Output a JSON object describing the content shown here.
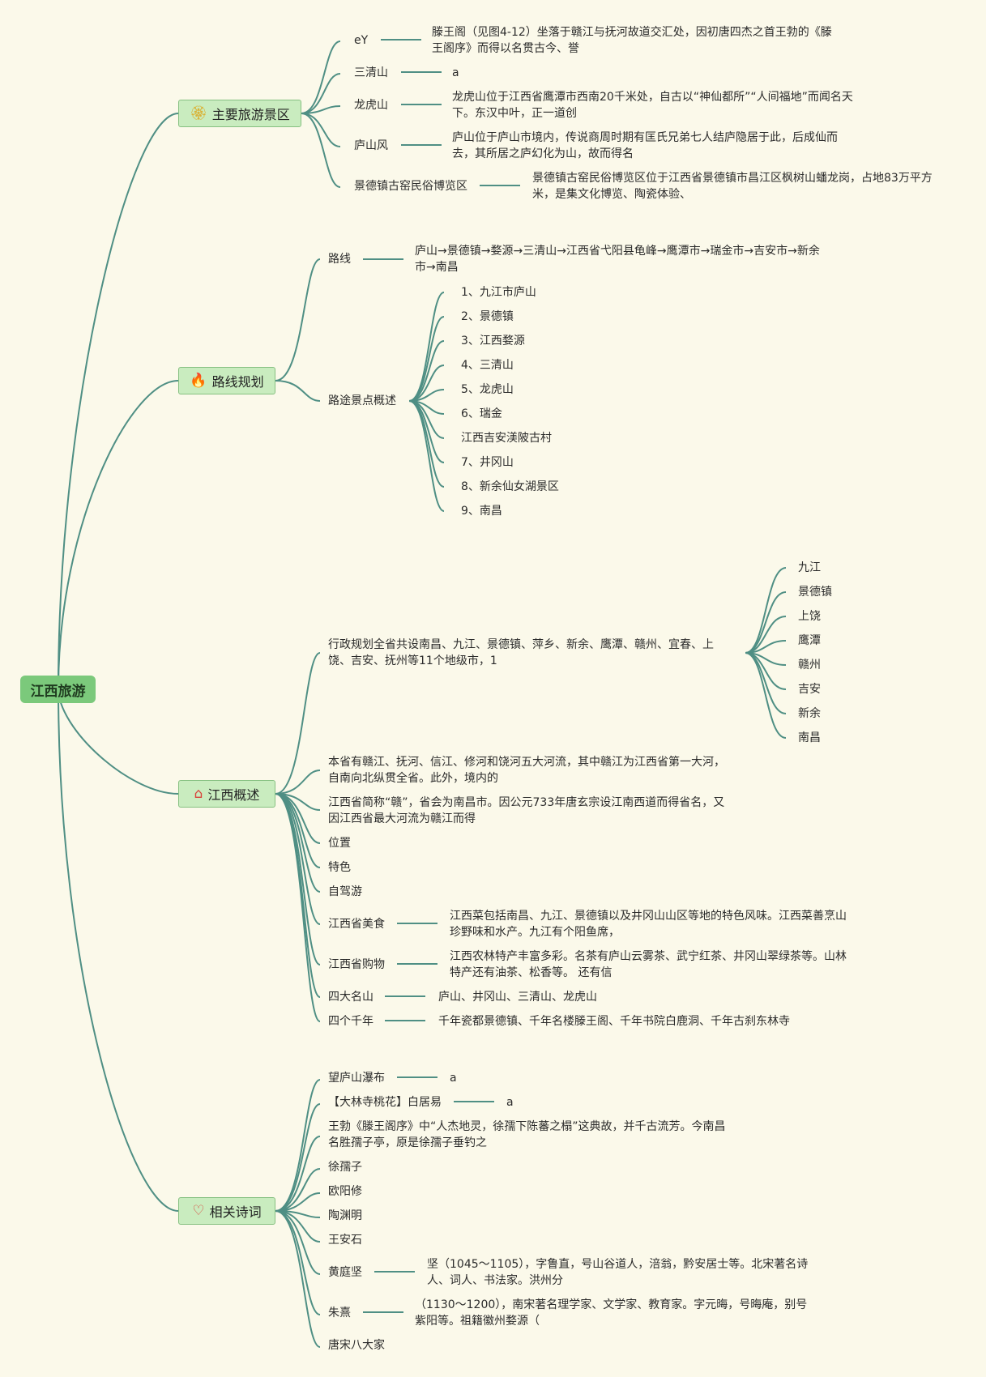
{
  "title": "江西旅游",
  "branches": {
    "scenic": {
      "label": "主要旅游景区",
      "icon": "award-medal-icon",
      "items": [
        {
          "label": "eY",
          "desc": "滕王阁（见图4-12）坐落于赣江与抚河故道交汇处，因初唐四杰之首王勃的《滕王阁序》而得以名贯古今、誉"
        },
        {
          "label": "三清山",
          "desc": "a"
        },
        {
          "label": "龙虎山",
          "desc": "龙虎山位于江西省鹰潭市西南20千米处，自古以“神仙都所”“人间福地”而闻名天下。东汉中叶，正一道创"
        },
        {
          "label": "庐山风",
          "desc": "庐山位于庐山市境内，传说商周时期有匡氏兄弟七人结庐隐居于此，后成仙而去，其所居之庐幻化为山，故而得名"
        },
        {
          "label": "景德镇古窑民俗博览区",
          "desc": "景德镇古窑民俗博览区位于江西省景德镇市昌江区枫树山蟠龙岗，占地83万平方米，是集文化博览、陶瓷体验、"
        }
      ]
    },
    "route": {
      "label": "路线规划",
      "icon": "fire-icon",
      "path_label": "路线",
      "path": "庐山→景德镇→婺源→三清山→江西省弋阳县龟峰→鹰潭市→瑞金市→吉安市→新余市→南昌",
      "overview_label": "路途景点概述",
      "stops": [
        "1、九江市庐山",
        "2、景德镇",
        "3、江西婺源",
        "4、三清山",
        "5、龙虎山",
        "6、瑞金",
        "江西吉安渼陂古村",
        "7、井冈山",
        "8、新余仙女湖景区",
        "9、南昌"
      ]
    },
    "overview": {
      "label": "江西概述",
      "icon": "home-icon",
      "admin": "行政规划全省共设南昌、九江、景德镇、萍乡、新余、鹰潭、赣州、宜春、上饶、吉安、抚州等11个地级市，1",
      "cities": [
        "九江",
        "景德镇",
        "上饶",
        "鹰潭",
        "赣州",
        "吉安",
        "新余",
        "南昌"
      ],
      "rivers": "本省有赣江、抚河、信江、修河和饶河五大河流，其中赣江为江西省第一大河，自南向北纵贯全省。此外，境内的",
      "abbr": "江西省简称“赣”，省会为南昌市。因公元733年唐玄宗设江南西道而得省名，又因江西省最大河流为赣江而得",
      "location": "位置",
      "features": "特色",
      "selfdrive": "自驾游",
      "food_label": "江西省美食",
      "food": "江西菜包括南昌、九江、景德镇以及井冈山山区等地的特色风味。江西菜善烹山珍野味和水产。九江有个阳鱼席，",
      "shopping_label": "江西省购物",
      "shopping": "江西农林特产丰富多彩。名茶有庐山云雾茶、武宁红茶、井冈山翠绿茶等。山林特产还有油茶、松香等。 还有信",
      "mountains_label": "四大名山",
      "mountains": "庐山、井冈山、三清山、龙虎山",
      "millennia_label": "四个千年",
      "millennia": "千年瓷都景德镇、千年名楼滕王阁、千年书院白鹿洞、千年古刹东林寺"
    },
    "poetry": {
      "label": "相关诗词",
      "icon": "heart-icon",
      "waterfall": "望庐山瀑布",
      "waterfall_desc": "a",
      "peach": "【大林寺桃花】白居易",
      "peach_desc": "a",
      "wangbo": "王勃《滕王阁序》中“人杰地灵，徐孺下陈蕃之榻”这典故，并千古流芳。今南昌名胜孺子亭，原是徐孺子垂钓之",
      "xuruzi": "徐孺子",
      "ouyang": "欧阳修",
      "taoyuanming": "陶渊明",
      "wanganshi": "王安石",
      "huang_label": "黄庭坚",
      "huang": "坚（1045～1105），字鲁直，号山谷道人，涪翁，黔安居士等。北宋著名诗人、词人、书法家。洪州分",
      "zhu_label": "朱熹",
      "zhu": "（1130～1200），南宋著名理学家、文学家、教育家。字元晦，号晦庵，别号 紫阳等。祖籍徽州婺源（",
      "tangsong": "唐宋八大家"
    }
  }
}
